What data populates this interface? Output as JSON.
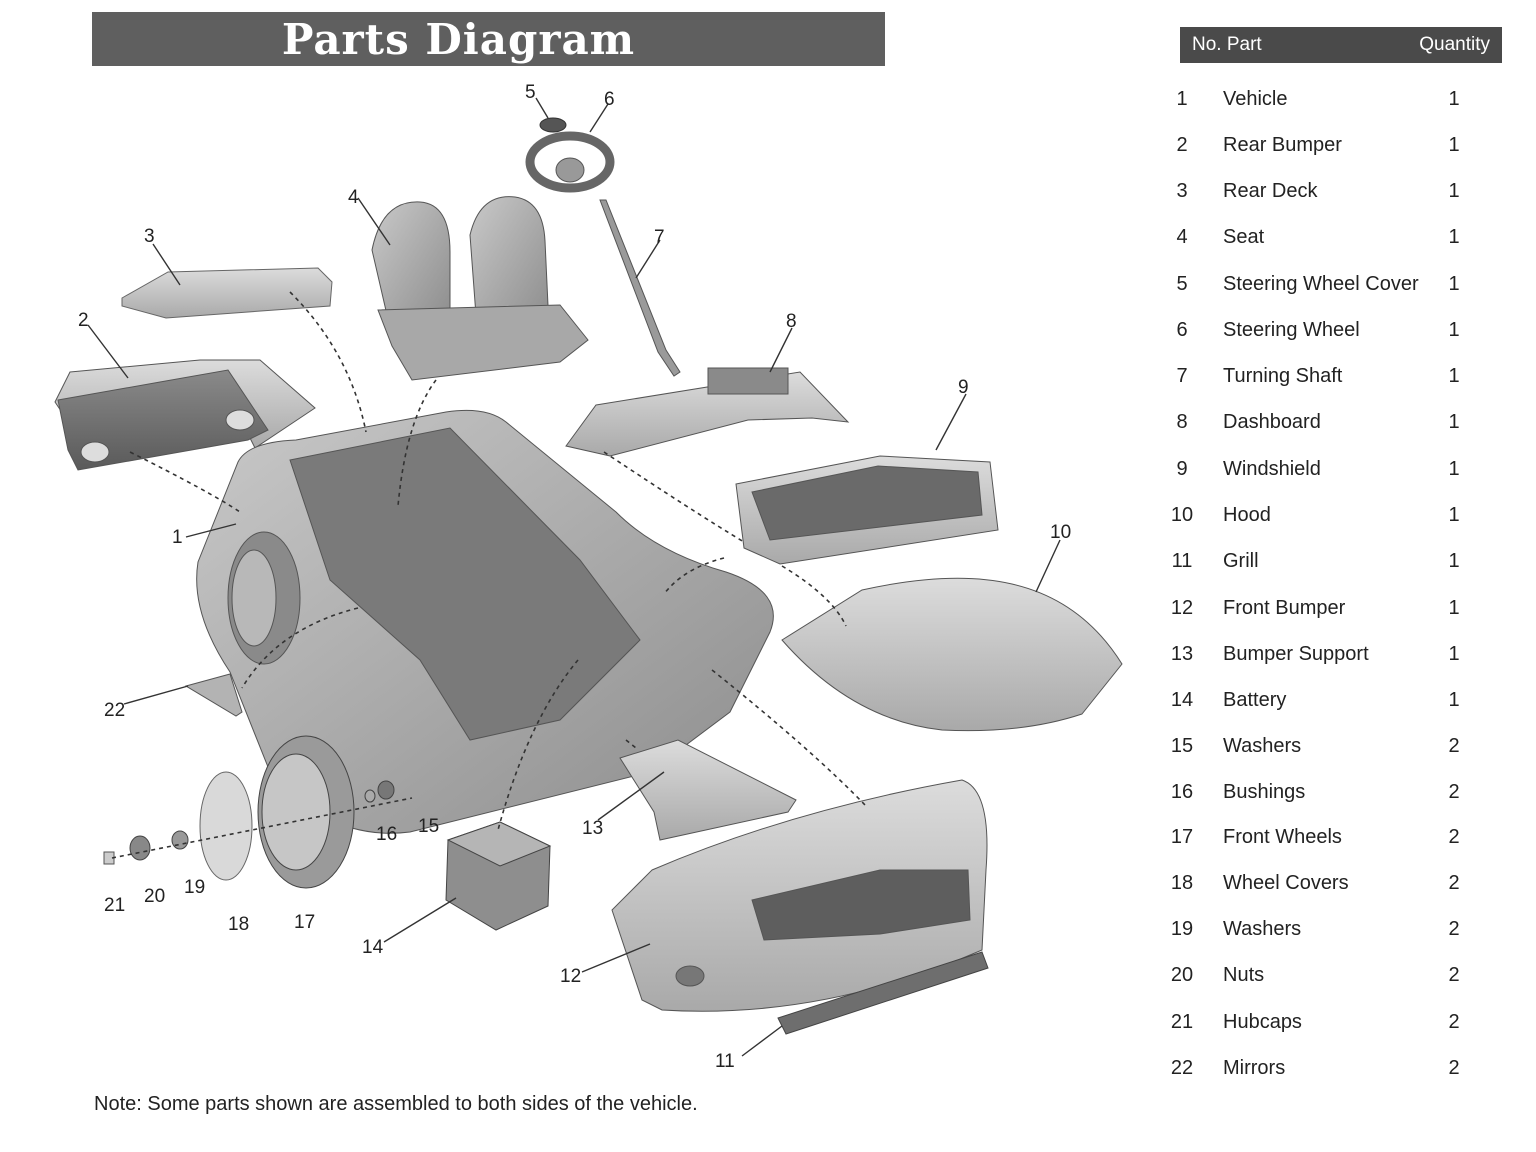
{
  "title": "Parts Diagram",
  "table": {
    "header_left": "No. Part",
    "header_right": "Quantity",
    "rows": [
      {
        "no": "1",
        "name": "Vehicle",
        "qty": "1"
      },
      {
        "no": "2",
        "name": "Rear Bumper",
        "qty": "1"
      },
      {
        "no": "3",
        "name": "Rear Deck",
        "qty": "1"
      },
      {
        "no": "4",
        "name": "Seat",
        "qty": "1"
      },
      {
        "no": "5",
        "name": "Steering Wheel Cover",
        "qty": "1"
      },
      {
        "no": "6",
        "name": "Steering Wheel",
        "qty": "1"
      },
      {
        "no": "7",
        "name": "Turning Shaft",
        "qty": "1"
      },
      {
        "no": "8",
        "name": "Dashboard",
        "qty": "1"
      },
      {
        "no": "9",
        "name": "Windshield",
        "qty": "1"
      },
      {
        "no": "10",
        "name": "Hood",
        "qty": "1"
      },
      {
        "no": "11",
        "name": "Grill",
        "qty": "1"
      },
      {
        "no": "12",
        "name": "Front Bumper",
        "qty": "1"
      },
      {
        "no": "13",
        "name": "Bumper  Support",
        "qty": "1"
      },
      {
        "no": "14",
        "name": "Battery",
        "qty": "1"
      },
      {
        "no": "15",
        "name": "Washers",
        "qty": "2"
      },
      {
        "no": "16",
        "name": "Bushings",
        "qty": "2"
      },
      {
        "no": "17",
        "name": "Front Wheels",
        "qty": "2"
      },
      {
        "no": "18",
        "name": "Wheel Covers",
        "qty": "2"
      },
      {
        "no": "19",
        "name": "Washers",
        "qty": "2"
      },
      {
        "no": "20",
        "name": "Nuts",
        "qty": "2"
      },
      {
        "no": "21",
        "name": "Hubcaps",
        "qty": "2"
      },
      {
        "no": "22",
        "name": "Mirrors",
        "qty": "2"
      }
    ]
  },
  "callouts": [
    "1",
    "2",
    "3",
    "4",
    "5",
    "6",
    "7",
    "8",
    "9",
    "10",
    "11",
    "12",
    "13",
    "14",
    "15",
    "16",
    "17",
    "18",
    "19",
    "20",
    "21",
    "22"
  ],
  "note": "Note: Some parts shown are assembled to both sides of the vehicle."
}
